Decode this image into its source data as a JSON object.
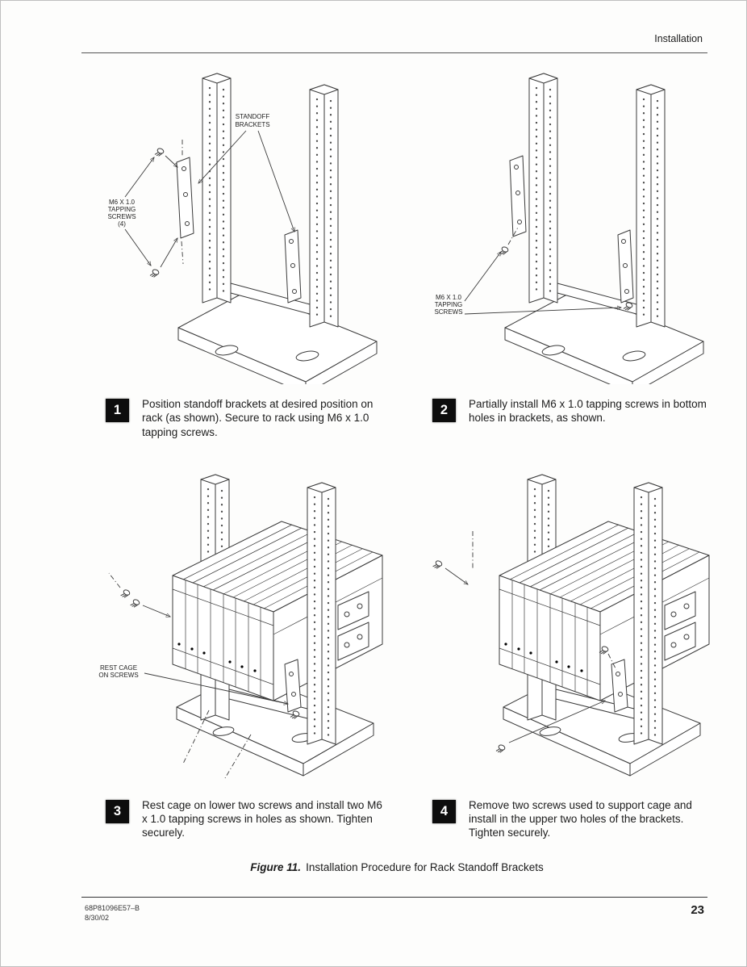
{
  "header": {
    "label": "Installation"
  },
  "steps": [
    {
      "number": "1",
      "text": "Position standoff brackets at desired position on rack (as shown). Secure to rack using M6 x 1.0 tapping screws."
    },
    {
      "number": "2",
      "text": "Partially install M6 x 1.0 tapping screws in bottom holes in brackets, as shown."
    },
    {
      "number": "3",
      "text": "Rest cage on lower two screws and install two M6 x 1.0 tapping screws in holes as shown. Tighten securely."
    },
    {
      "number": "4",
      "text": "Remove two screws used to support cage and install in the upper two holes of the brackets. Tighten securely."
    }
  ],
  "labels": {
    "standoff": [
      "STANDOFF",
      "BRACKETS"
    ],
    "m6_4": [
      "M6 X 1.0",
      "TAPPING",
      "SCREWS",
      "(4)"
    ],
    "m6": [
      "M6 X 1.0",
      "TAPPING",
      "SCREWS"
    ],
    "rest": [
      "REST CAGE",
      "ON SCREWS"
    ]
  },
  "figure": {
    "caption_label": "Figure 11.",
    "caption_text": "Installation Procedure for Rack Standoff Brackets"
  },
  "footer": {
    "doc_number": "68P81096E57–B",
    "date": "8/30/02",
    "page_number": "23"
  }
}
